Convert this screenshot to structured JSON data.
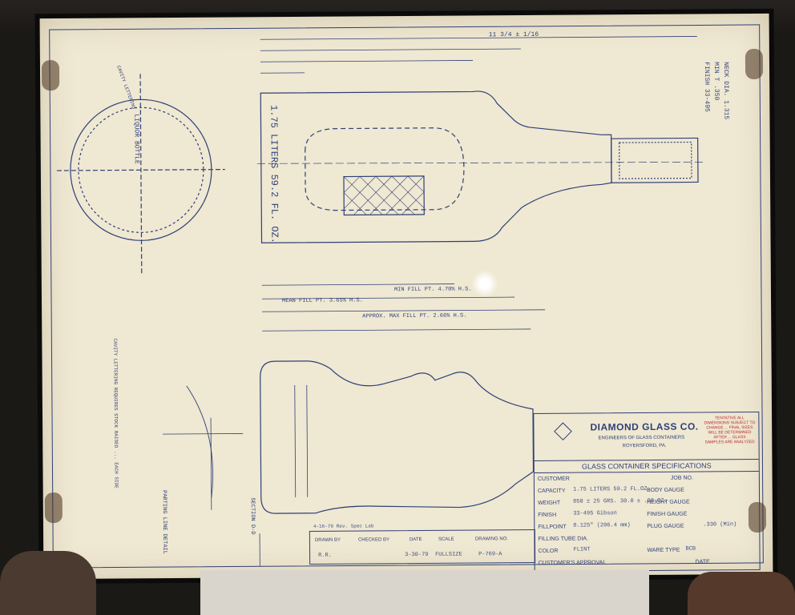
{
  "company": {
    "name": "DIAMOND GLASS CO.",
    "subtitle": "ENGINEERS OF GLASS CONTAINERS",
    "location": "ROYERSFORD, PA."
  },
  "stamp_text": "TENTATIVE ALL DIMENSIONS SUBJECT TO CHANGE ... FINAL SIZES WILL BE DETERMINED AFTER ... GLASS SAMPLES ARE ANALYZED",
  "spec_title": "GLASS CONTAINER SPECIFICATIONS",
  "spec": {
    "customer_label": "CUSTOMER",
    "job_label": "JOB NO.",
    "capacity_label": "CAPACITY",
    "capacity_value": "1.75 LITERS 59.2 FL.OZ.",
    "body_gauge_label": "BODY GAUGE",
    "weight_label": "WEIGHT",
    "weight_value": "850 ± 25 GRS. 30.0 ± .88 OZ.",
    "height_gauge_label": "HEIGHT GAUGE",
    "finish_label": "FINISH",
    "finish_value": "33-495 Gibson",
    "finish_gauge_label": "FINISH GAUGE",
    "fillpoint_label": "FILLPOINT",
    "fillpoint_value": "8.125\" (206.4 mm)",
    "plug_gauge_label": "PLUG GAUGE",
    "plug_gauge_value": ".330 (Min)",
    "filling_tube_label": "FILLING TUBE DIA.",
    "color_label": "COLOR",
    "color_value": "FLINT",
    "ware_type_label": "WARE TYPE",
    "ware_type_value": "BCB",
    "approval_label": "CUSTOMER'S APPROVAL",
    "date_label": "DATE"
  },
  "titleblock": {
    "revision_note": "4-16-79 Rev. Spec Lab",
    "drawn_by_label": "DRAWN BY",
    "drawn_by_value": "R.R.",
    "checked_by_label": "CHECKED BY",
    "date_label": "DATE",
    "date_value": "3-30-79",
    "scale_label": "SCALE",
    "scale_value": "FULLSIZE",
    "drawing_no_label": "DRAWING NO.",
    "drawing_no_value": "P-769-A"
  },
  "annotations": {
    "finish_note": "FINISH 33-495",
    "min_t": "MIN T .350",
    "neck_dia": "NECK DIA. 1.315",
    "bottle_label": "1.75 LITERS 59.2 FL. OZ.",
    "liquor_note": "LIQUOR BOTTLE",
    "cavity_note": "CAVITY LETTERING",
    "mean_fill": "MEAN FILL PT. 3.65% H.S.",
    "max_fill": "APPROX. MAX FILL PT. 2.66% H.S.",
    "min_fill": "MIN FILL PT. 4.70% H.S.",
    "overall_height": "11 3/4 ± 1/16",
    "section": "SECTION D-D",
    "parting_line": "PARTING LINE DETAIL",
    "cavity_detail": "CAVITY LETTERING REQUIRES STOCK RAISED ... EACH SIDE"
  },
  "colors": {
    "paper": "#efe8d2",
    "ink": "#2f3f78",
    "stamp": "#b8262b",
    "frame": "#0b0b0b"
  }
}
